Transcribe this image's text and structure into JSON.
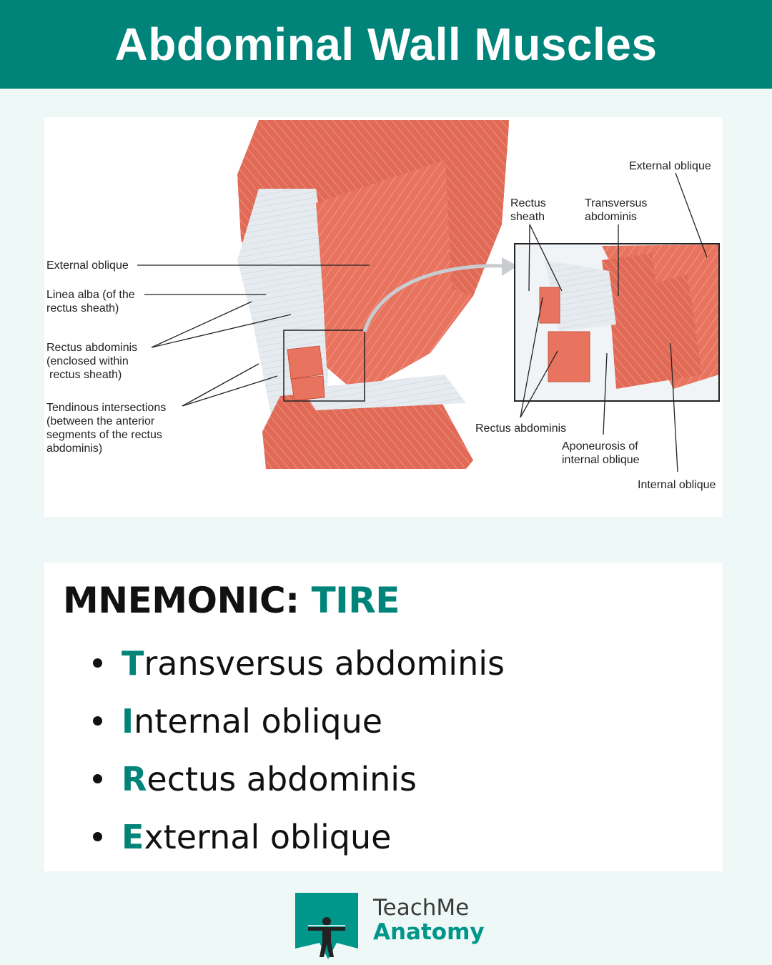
{
  "header": {
    "title": "Abdominal Wall Muscles"
  },
  "diagram": {
    "left_labels": {
      "external_oblique": "External oblique",
      "linea_alba": [
        "Linea alba (of the",
        "rectus sheath)"
      ],
      "rectus_abdominis": [
        "Rectus abdominis",
        "(enclosed within",
        "rectus sheath)"
      ],
      "tendinous": [
        "Tendinous intersections",
        "(between the anterior",
        "segments of the rectus",
        "abdominis)"
      ]
    },
    "inset_labels": {
      "external_oblique": "External oblique",
      "rectus_sheath": [
        "Rectus",
        "sheath"
      ],
      "transversus": [
        "Transversus",
        "abdominis"
      ],
      "rectus_abdominis": "Rectus abdominis",
      "aponeurosis": [
        "Aponeurosis of",
        "internal oblique"
      ],
      "internal_oblique": "Internal oblique"
    },
    "colors": {
      "muscle": "#e8735e",
      "muscle_dark": "#d9604b",
      "tendon": "#e3e8ee",
      "frame": "#222222"
    }
  },
  "mnemonic": {
    "label": "MNEMONIC:",
    "word": "TIRE",
    "items": [
      {
        "initial": "T",
        "rest": "ransversus abdominis"
      },
      {
        "initial": "I",
        "rest": "nternal oblique"
      },
      {
        "initial": "R",
        "rest": "ectus abdominis"
      },
      {
        "initial": "E",
        "rest": "xternal oblique"
      }
    ]
  },
  "logo": {
    "line1": "TeachMe",
    "line2": "Anatomy",
    "icon": "figure-logo-icon"
  },
  "theme": {
    "accent": "#00847a",
    "background": "#eef8f6"
  }
}
